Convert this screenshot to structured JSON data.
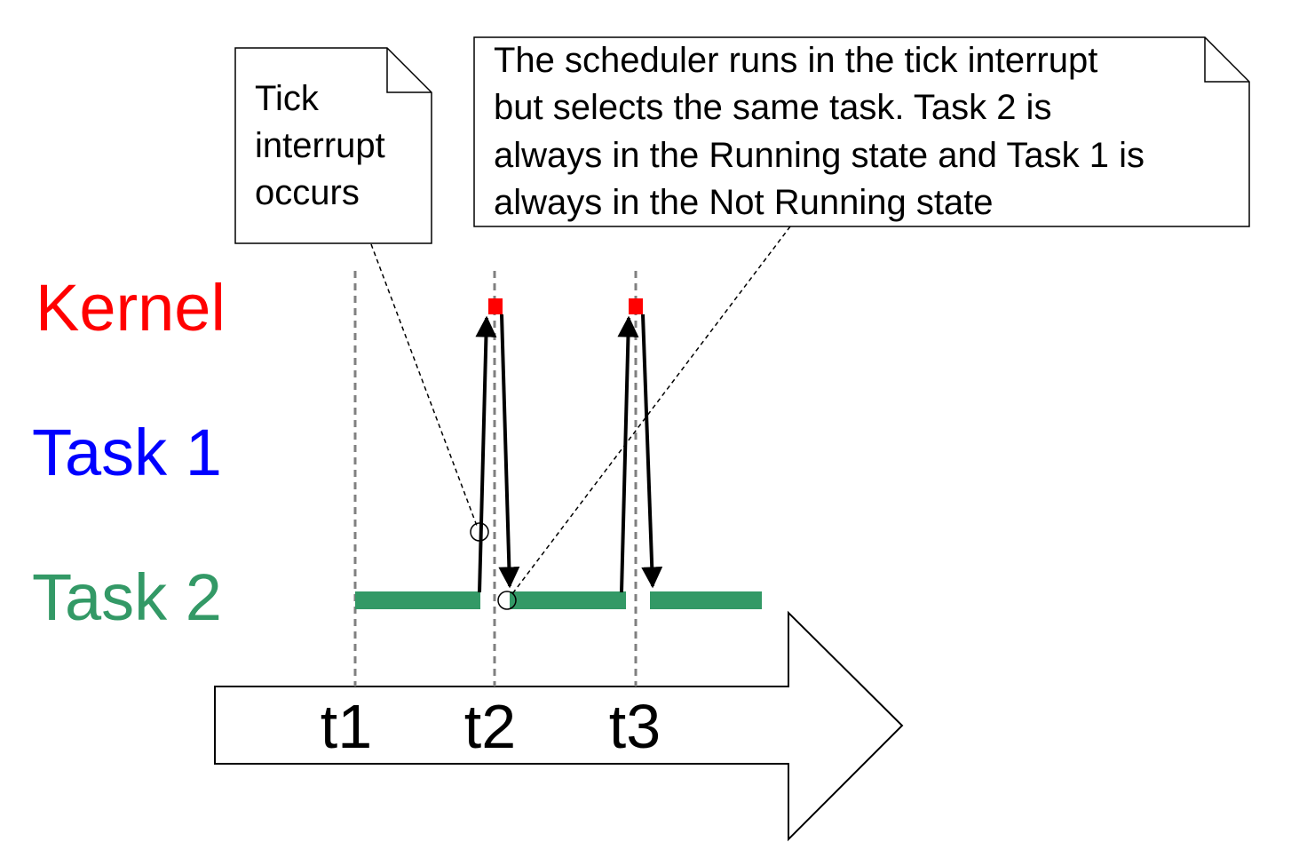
{
  "notes": {
    "tick_note": {
      "lines": [
        "Tick",
        "interrupt",
        "occurs"
      ]
    },
    "scheduler_note": {
      "lines": [
        "The scheduler runs in the tick interrupt",
        "but selects the same task.  Task 2 is",
        "always in the Running state and Task 1 is",
        "always in the Not Running state"
      ]
    }
  },
  "rows": {
    "kernel": {
      "label": "Kernel",
      "color": "#ff0000"
    },
    "task1": {
      "label": "Task 1",
      "color": "#0000ff"
    },
    "task2": {
      "label": "Task 2",
      "color": "#339966"
    }
  },
  "time_axis": {
    "ticks": [
      "t1",
      "t2",
      "t3"
    ]
  },
  "colors": {
    "kernel_block": "#ff0000",
    "task2_bar": "#339966",
    "guide_line": "#808080",
    "outline": "#000000"
  }
}
